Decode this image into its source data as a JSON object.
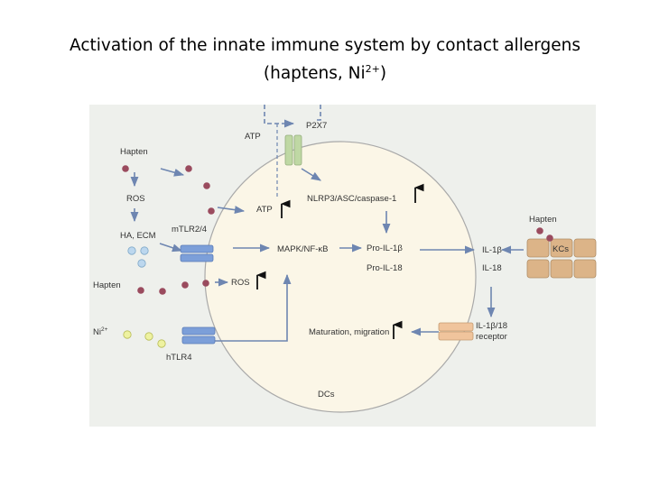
{
  "title": {
    "line1": "Activation of the innate immune system by contact allergens",
    "line2_prefix": "(haptens, Ni",
    "line2_sup": "2+",
    "line2_suffix": ")"
  },
  "labels": {
    "atp_top": "ATP",
    "p2x7": "P2X7",
    "hapten_1": "Hapten",
    "ros_left": "ROS",
    "ha_ecm": "HA, ECM",
    "mtlr": "mTLR2/4",
    "atp_inner": "ATP",
    "nlrp3": "NLRP3/ASC/caspase-1",
    "mapk": "MAPK/NF-κB",
    "pro_il1b": "Pro-IL-1β",
    "pro_il18": "Pro-IL-18",
    "il1b": "IL-1β",
    "il18": "IL-18",
    "hapten_right": "Hapten",
    "kcs": "KCs",
    "hapten_2": "Hapten",
    "ros_inner": "ROS",
    "ni": "Ni",
    "ni_sup": "2+",
    "maturation": "Maturation, migration",
    "receptor_line1": "IL-1β/18",
    "receptor_line2": "receptor",
    "htlr4": "hTLR4",
    "dcs": "DCs"
  },
  "colors": {
    "panel": "#eef0ec",
    "cell_fill": "#fbf6e7",
    "cell_stroke": "#a9a9a9",
    "arrow": "#6e86b1",
    "hapten_dot": "#9a4b5e",
    "ha_dot": "#bcd7ee",
    "ni_dot": "#eef2a0",
    "tlr": "#7c9fd9",
    "p2x7": "#bfd8a4",
    "kc": "#dcb488",
    "receptor": "#f0c49c"
  }
}
